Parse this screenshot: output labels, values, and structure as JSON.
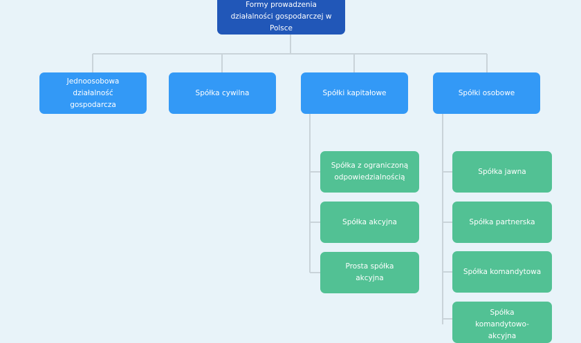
{
  "diagram": {
    "root": "Formy prowadzenia działalności gospodarczej w Polsce",
    "categories": [
      "Jednoosobowa działalność gospodarcza",
      "Spółka cywilna",
      "Spółki kapitałowe",
      "Spółki osobowe"
    ],
    "capital_companies": [
      "Spółka z ograniczoną odpowiedzialnością",
      "Spółka akcyjna",
      "Prosta spółka akcyjna"
    ],
    "partnership_companies": [
      "Spółka jawna",
      "Spółka partnerska",
      "Spółka komandytowa",
      "Spółka komandytowo-akcyjna"
    ]
  },
  "colors": {
    "background": "#e8f3f9",
    "root": "#2157b8",
    "category": "#3399f6",
    "leaf": "#52c194",
    "connector": "#c9d3d9"
  }
}
